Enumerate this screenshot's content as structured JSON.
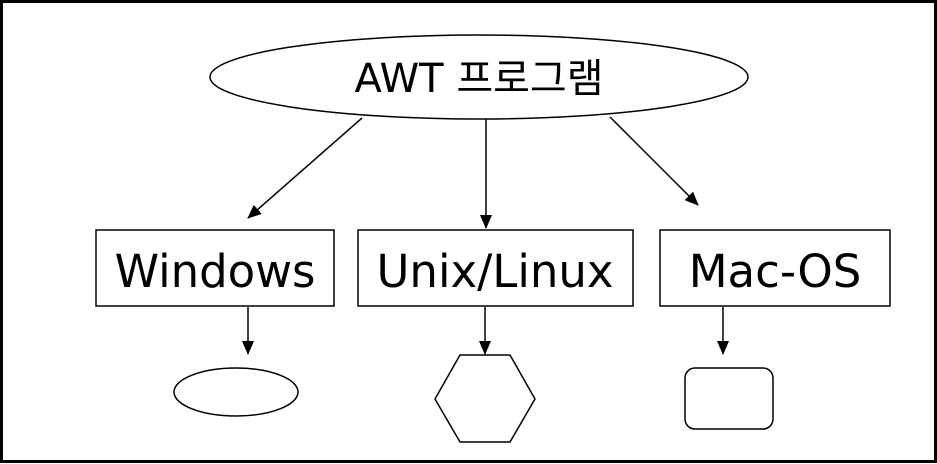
{
  "root": {
    "label": "AWT 프로그램"
  },
  "platforms": [
    {
      "label": "Windows",
      "shape": "ellipse"
    },
    {
      "label": "Unix/Linux",
      "shape": "hexagon"
    },
    {
      "label": "Mac-OS",
      "shape": "rounded-rectangle"
    }
  ],
  "colors": {
    "stroke": "#000000",
    "background": "#ffffff"
  }
}
